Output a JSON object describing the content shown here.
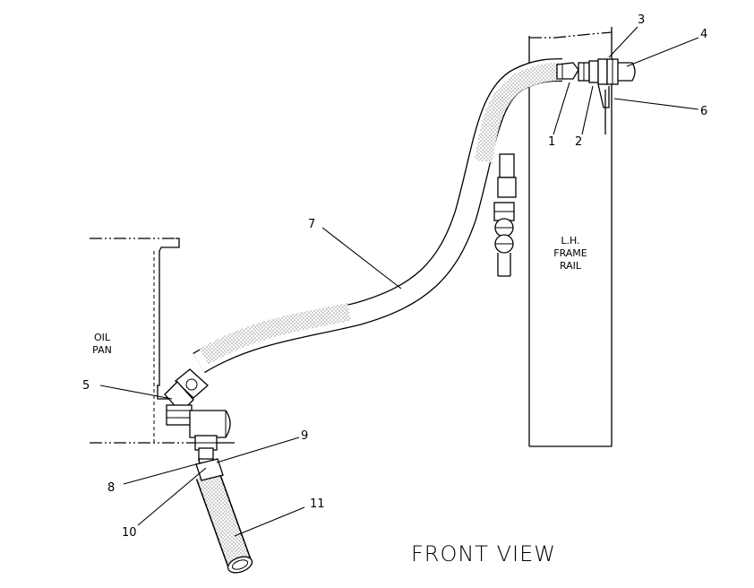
{
  "view_title": "FRONT VIEW",
  "labels": {
    "frame_rail": [
      "L.H.",
      "FRAME",
      "RAIL"
    ],
    "oil_pan": [
      "OIL",
      "PAN"
    ]
  },
  "callouts": [
    {
      "id": "c1",
      "text": "1"
    },
    {
      "id": "c2",
      "text": "2"
    },
    {
      "id": "c3",
      "text": "3"
    },
    {
      "id": "c4",
      "text": "4"
    },
    {
      "id": "c5",
      "text": "5"
    },
    {
      "id": "c6",
      "text": "6"
    },
    {
      "id": "c7",
      "text": "7"
    },
    {
      "id": "c8",
      "text": "8"
    },
    {
      "id": "c9",
      "text": "9"
    },
    {
      "id": "c10",
      "text": "10"
    },
    {
      "id": "c11",
      "text": "11"
    }
  ]
}
